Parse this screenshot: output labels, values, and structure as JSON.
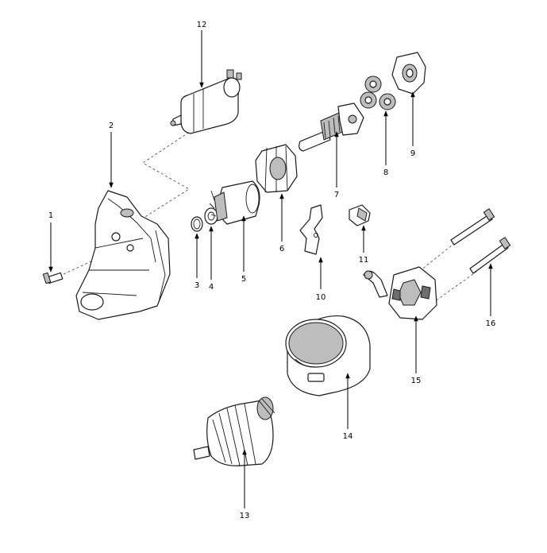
{
  "callouts": [
    "1",
    "2",
    "3",
    "4",
    "5",
    "6",
    "7",
    "8",
    "9",
    "10",
    "11",
    "12",
    "13",
    "14",
    "15",
    "16"
  ],
  "colors": {
    "line": "#1a1a1a",
    "shade": "#bdbdbd",
    "dark": "#6e6e6e",
    "background": "#ffffff"
  }
}
